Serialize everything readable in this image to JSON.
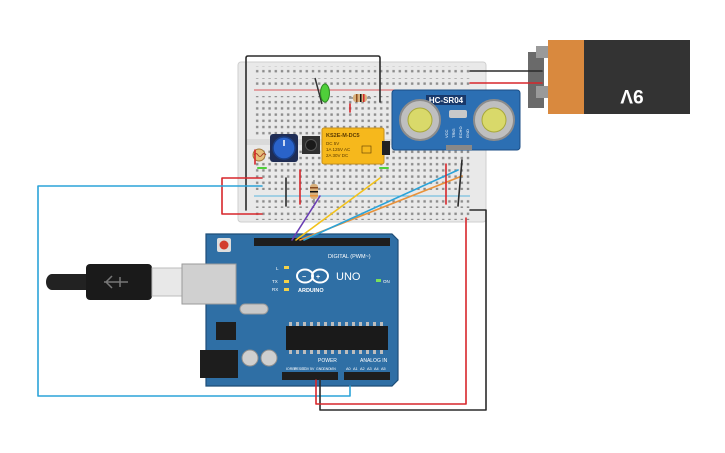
{
  "colors": {
    "background": "#ffffff",
    "breadboard": "#e9e9e9",
    "arduino_board": "#2f6fa5",
    "battery_body": "#d9893e",
    "battery_cap": "#333333",
    "sensor_board": "#2c6fb3",
    "relay_body": "#f6b81c",
    "wire_red": "#d7262b",
    "wire_black": "#2b2b2b",
    "wire_blue": "#2ba3d8",
    "wire_yellow": "#f2c21b",
    "wire_orange": "#e8923a",
    "wire_purple": "#6a3db4",
    "led_green": "#4fcf3a"
  },
  "battery": {
    "label": "9V"
  },
  "sensor": {
    "label": "HC-SR04",
    "pins": [
      "VCC",
      "TRIG",
      "ECHO",
      "GND"
    ]
  },
  "relay": {
    "model": "KS2E-M-DC5",
    "lines": [
      "DC 5V",
      "1A 125V AC",
      "2A 30V DC"
    ]
  },
  "arduino": {
    "brand": "ARDUINO",
    "model": "UNO",
    "digital_label": "DIGITAL (PWM~)",
    "power_label": "POWER",
    "analog_label": "ANALOG IN",
    "on_label": "ON",
    "tx_label": "TX",
    "rx_label": "RX",
    "l_label": "L",
    "power_pins": [
      "IOREF",
      "RESET",
      "3.3V",
      "5V",
      "GND",
      "GND",
      "VIN"
    ],
    "analog_pins": [
      "A0",
      "A1",
      "A2",
      "A3",
      "A4",
      "A5"
    ]
  },
  "icons": {
    "usb": "usb-icon",
    "potentiometer": "potentiometer-icon",
    "photoresistor": "photoresistor-icon",
    "pushbutton": "pushbutton-icon"
  }
}
